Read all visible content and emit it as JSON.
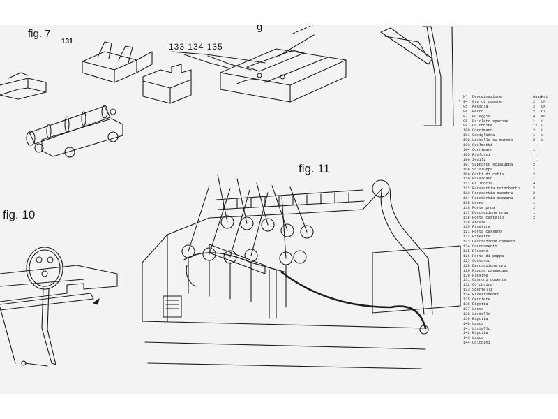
{
  "figures": {
    "fig7": "fig. 7",
    "fig10": "fig. 10",
    "fig11": "fig. 11",
    "fig_top_partial": "g"
  },
  "part_labels": {
    "p131": "131",
    "p133_135": "133  134  135"
  },
  "parts_list": {
    "headers": {
      "num": "N°",
      "name": "Denominazione",
      "qty": "Quan.",
      "mat": "Mat"
    },
    "marker": "*",
    "rows": [
      {
        "num": "94",
        "name": "Gru di capone",
        "qty": "2",
        "mat": "LN"
      },
      {
        "num": "95",
        "name": "Mensola",
        "qty": "2",
        "mat": "CN"
      },
      {
        "num": "96",
        "name": "Perno",
        "qty": "2",
        "mat": "OT"
      },
      {
        "num": "97",
        "name": "Puleggia",
        "qty": "4",
        "mat": "MO"
      },
      {
        "num": "98",
        "name": "Paiolato sperone",
        "qty": "1",
        "mat": "L"
      },
      {
        "num": "99",
        "name": "Colonnine",
        "qty": "12",
        "mat": "L"
      },
      {
        "num": "100",
        "name": "Corrimano",
        "qty": "2",
        "mat": "L"
      },
      {
        "num": "101",
        "name": "Caviglièra",
        "qty": "1",
        "mat": "L"
      },
      {
        "num": "102",
        "name": "Listello su murata",
        "qty": "2",
        "mat": "L"
      },
      {
        "num": "103",
        "name": "Scalmotti",
        "qty": "..",
        "mat": ""
      },
      {
        "num": "104",
        "name": "Corrimano",
        "qty": "1",
        "mat": ""
      },
      {
        "num": "105",
        "name": "Rinforzi",
        "qty": "..",
        "mat": ""
      },
      {
        "num": "106",
        "name": "Sedili",
        "qty": "..",
        "mat": ""
      },
      {
        "num": "107",
        "name": "Supporto scialuppa",
        "qty": "2",
        "mat": ""
      },
      {
        "num": "108",
        "name": "Scialuppa",
        "qty": "1",
        "mat": ""
      },
      {
        "num": "109",
        "name": "Occhi di cubia",
        "qty": "2",
        "mat": ""
      },
      {
        "num": "110",
        "name": "Passacavo",
        "qty": "1",
        "mat": ""
      },
      {
        "num": "111",
        "name": "Galloccia",
        "qty": "4",
        "mat": ""
      },
      {
        "num": "112",
        "name": "Parasartia trinchetto",
        "qty": "2",
        "mat": ""
      },
      {
        "num": "113",
        "name": "Parasartia maestra",
        "qty": "2",
        "mat": ""
      },
      {
        "num": "114",
        "name": "Parasartia mezzana",
        "qty": "2",
        "mat": ""
      },
      {
        "num": "115",
        "name": "Leone",
        "qty": "1",
        "mat": ""
      },
      {
        "num": "116",
        "name": "Porte prua",
        "qty": "2",
        "mat": ""
      },
      {
        "num": "117",
        "name": "Decorazione prua",
        "qty": "1",
        "mat": ""
      },
      {
        "num": "118",
        "name": "Porta castello",
        "qty": "2",
        "mat": ""
      },
      {
        "num": "119",
        "name": "Arcate",
        "qty": "",
        "mat": ""
      },
      {
        "num": "120",
        "name": "Finestre",
        "qty": "",
        "mat": ""
      },
      {
        "num": "121",
        "name": "Porta cassero",
        "qty": "",
        "mat": ""
      },
      {
        "num": "122",
        "name": "Finestra",
        "qty": "",
        "mat": ""
      },
      {
        "num": "123",
        "name": "Decorazione cassero",
        "qty": "",
        "mat": ""
      },
      {
        "num": "124",
        "name": "Coronamento",
        "qty": "",
        "mat": ""
      },
      {
        "num": "125",
        "name": "Blasone",
        "qty": "",
        "mat": ""
      },
      {
        "num": "126",
        "name": "Porta di poppa",
        "qty": "",
        "mat": ""
      },
      {
        "num": "127",
        "name": "Contorno",
        "qty": "",
        "mat": ""
      },
      {
        "num": "128",
        "name": "Decorazione gru",
        "qty": "",
        "mat": ""
      },
      {
        "num": "129",
        "name": "Figura passacavo",
        "qty": "",
        "mat": ""
      },
      {
        "num": "130",
        "name": "Fiestre",
        "qty": "",
        "mat": ""
      },
      {
        "num": "131",
        "name": "Cannoni coperta",
        "qty": "",
        "mat": ""
      },
      {
        "num": "132",
        "name": "Colubrina",
        "qty": "",
        "mat": ""
      },
      {
        "num": "133",
        "name": "Sportelli",
        "qty": "",
        "mat": ""
      },
      {
        "num": "134",
        "name": "Rivestimento",
        "qty": "",
        "mat": ""
      },
      {
        "num": "135",
        "name": "Cerniere",
        "qty": "",
        "mat": ""
      },
      {
        "num": "136",
        "name": "Bigotta",
        "qty": "",
        "mat": ""
      },
      {
        "num": "137",
        "name": "Landa",
        "qty": "",
        "mat": ""
      },
      {
        "num": "138",
        "name": "Listello",
        "qty": "",
        "mat": ""
      },
      {
        "num": "139",
        "name": "Bigotta",
        "qty": "",
        "mat": ""
      },
      {
        "num": "140",
        "name": "Landa",
        "qty": "",
        "mat": ""
      },
      {
        "num": "141",
        "name": "Listello",
        "qty": "",
        "mat": ""
      },
      {
        "num": "142",
        "name": "Bigotta",
        "qty": "",
        "mat": ""
      },
      {
        "num": "143",
        "name": "Landa",
        "qty": "",
        "mat": ""
      },
      {
        "num": "144",
        "name": "Chiodini",
        "qty": "",
        "mat": ""
      }
    ]
  }
}
